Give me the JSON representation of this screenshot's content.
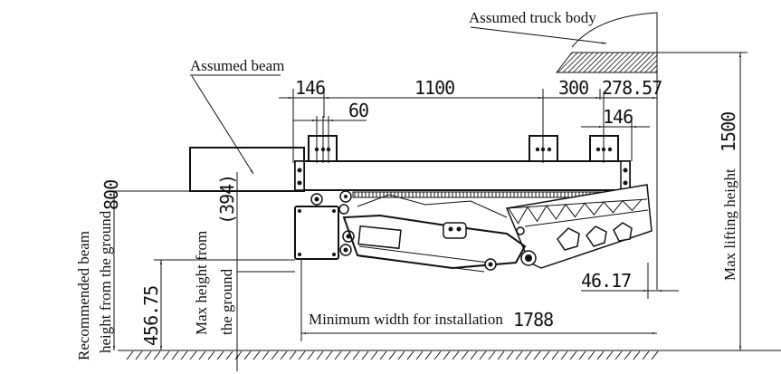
{
  "diagram": {
    "labels": {
      "truck_body": "Assumed truck body",
      "beam": "Assumed beam",
      "min_width": "Minimum width for installation",
      "max_lifting_height": "Max lifting height",
      "max_height_line1": "Max height from",
      "max_height_line2": "the ground",
      "recommended_line1": "Recommended beam",
      "recommended_line2": "height from the ground"
    },
    "dimensions": {
      "d146_left": "146",
      "d1100": "1100",
      "d300": "300",
      "d278": "278.57",
      "d60": "60",
      "d146_right": "146",
      "d394": "(394)",
      "d800": "800",
      "d456": "456.75",
      "d46": "46.17",
      "d1788": "1788",
      "d1500": "1500"
    }
  }
}
